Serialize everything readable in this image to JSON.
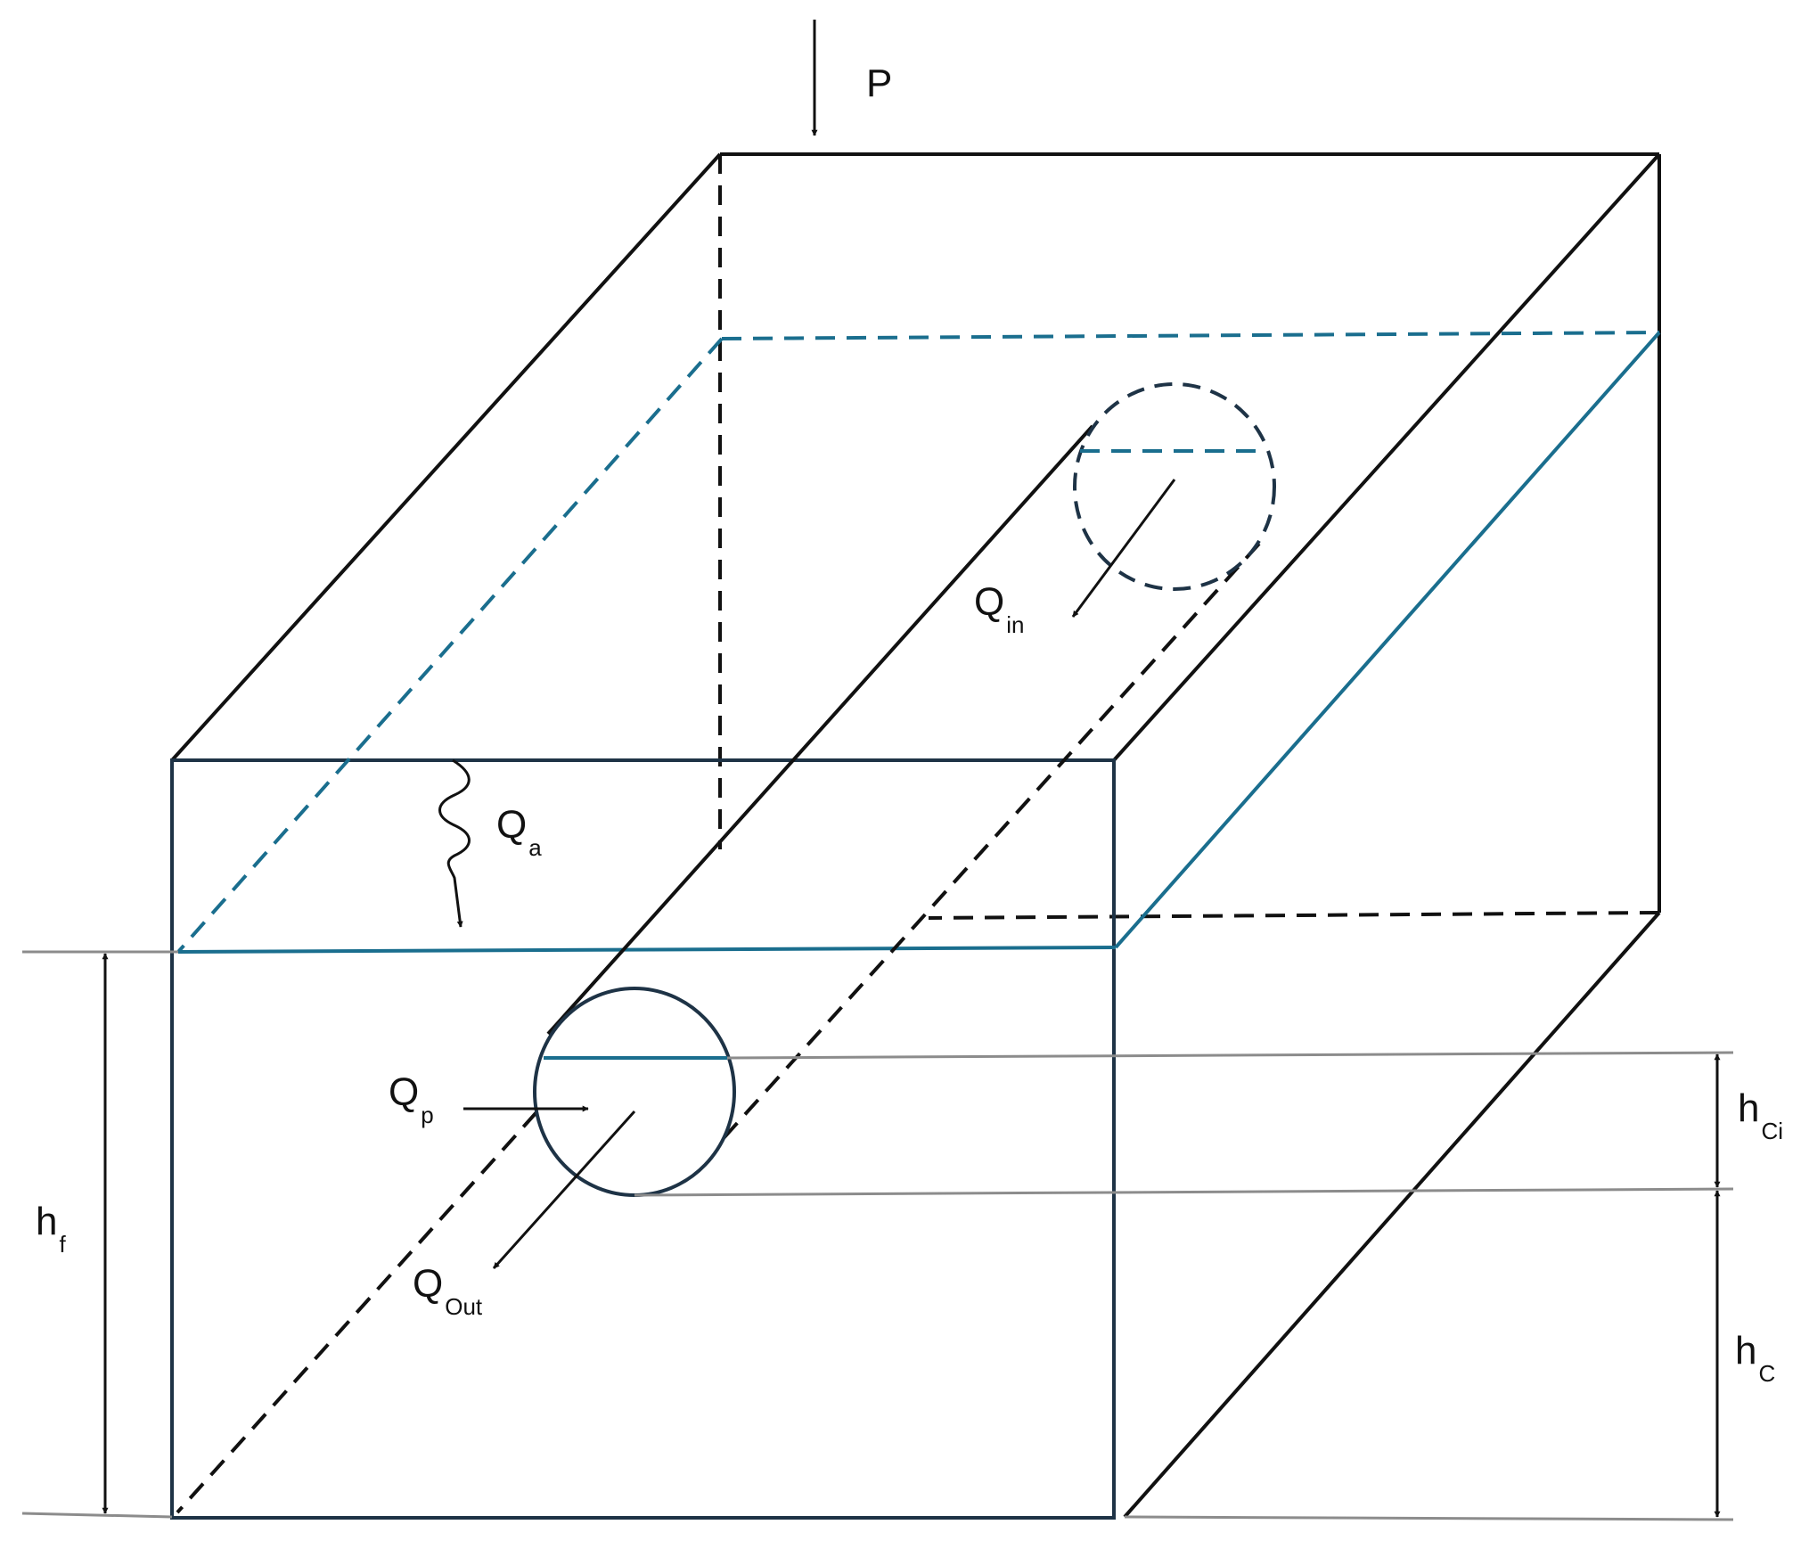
{
  "labels": {
    "load": "P",
    "aeration_flow": {
      "main": "Q",
      "sub": "a"
    },
    "inflow": {
      "main": "Q",
      "sub": "in"
    },
    "pump_flow": {
      "main": "Q",
      "sub": "p"
    },
    "outflow": {
      "main": "Q",
      "sub": "Out"
    },
    "flow_depth": {
      "main": "h",
      "sub": "f"
    },
    "pipe_inner_depth": {
      "main": "h",
      "sub": "Ci"
    },
    "pipe_depth": {
      "main": "h",
      "sub": "C"
    }
  },
  "colors": {
    "edge": "#111111",
    "water_level": "#1a6e8e",
    "pipe_outline": "#1e3346",
    "dimension_line": "#8c8c8c"
  }
}
